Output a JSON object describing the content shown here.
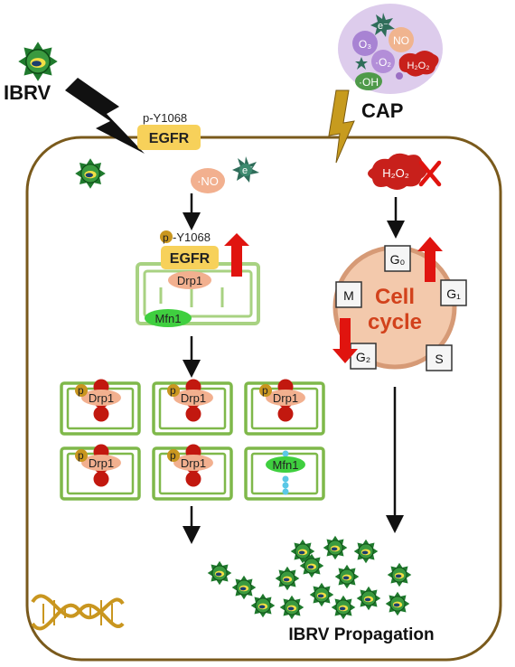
{
  "labels": {
    "ibrv": "IBRV",
    "cap": "CAP",
    "egfr_top": "EGFR",
    "py_top": "p-Y1068",
    "no_radical": "·NO",
    "electron": "e",
    "electron_sup": "-",
    "py_mid_p": "p",
    "py_mid_rest": "-Y1068",
    "egfr_mid": "EGFR",
    "drp1": "Drp1",
    "mfn1": "Mfn1",
    "p": "p",
    "h2o2": "H₂O₂",
    "cell_cycle_line1": "Cell",
    "cell_cycle_line2": "cycle",
    "g0": "G₀",
    "g1": "G₁",
    "g2": "G₂",
    "m": "M",
    "s": "S",
    "propagation": "IBRV Propagation"
  },
  "cap_species": [
    "e⁻",
    "O₃",
    "NO",
    "·O₂",
    "H₂O₂",
    "·OH"
  ],
  "colors": {
    "cell_border": "#7a5a1c",
    "egfr": "#f7d15a",
    "phospho": "#c9961f",
    "drp1": "#f2b08f",
    "mito": "#7fb84a",
    "mfn1": "#3fcf3f",
    "red_arrow": "#e0140f",
    "h2o2": "#c8201b",
    "cell_cycle_ring": "#f3c9ac",
    "cell_cycle_text": "#d2421c",
    "virus": "#1f7a2d",
    "cap_cloud": "#d9c7ea"
  }
}
